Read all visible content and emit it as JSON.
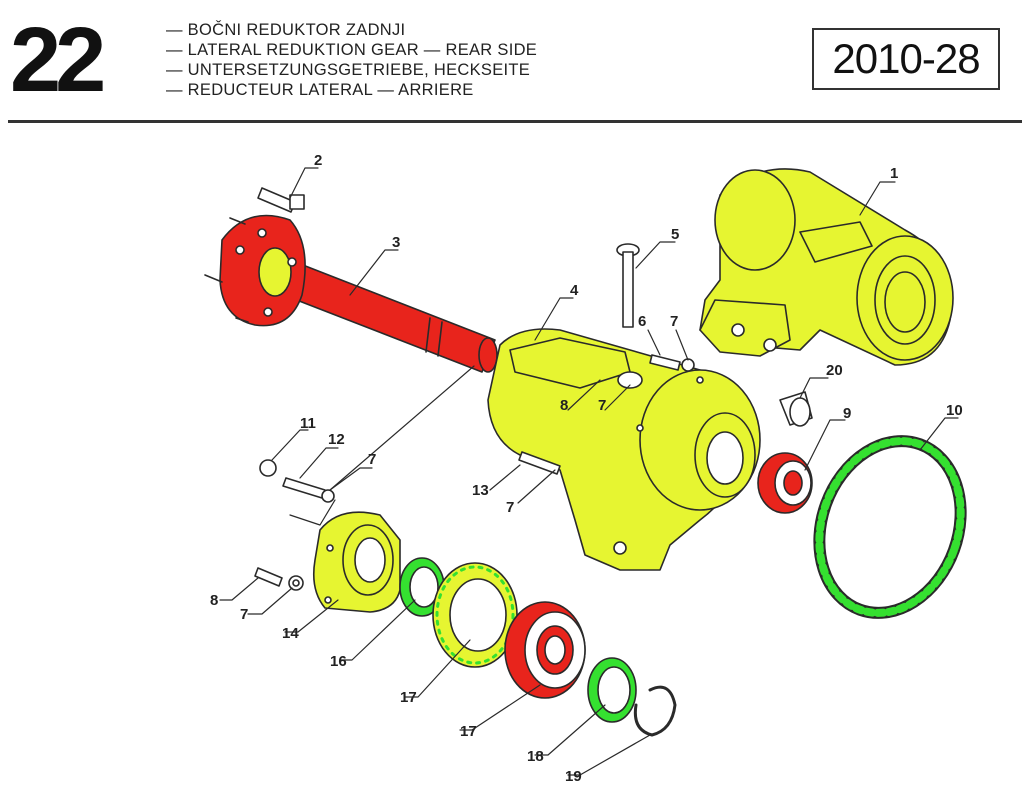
{
  "header": {
    "section_number": "22",
    "titles": [
      "— BOČNI REDUKTOR ZADNJI",
      "— LATERAL REDUKTION GEAR — REAR SIDE",
      "— UNTERSETZUNGSGETRIEBE, HECKSEITE",
      "— REDUCTEUR LATERAL — ARRIERE"
    ],
    "drawing_code": "2010-28"
  },
  "callouts": [
    "1",
    "2",
    "3",
    "4",
    "5",
    "6",
    "7",
    "8",
    "7",
    "20",
    "9",
    "10",
    "11",
    "12",
    "7",
    "13",
    "7",
    "8",
    "7",
    "14",
    "16",
    "17",
    "17",
    "18",
    "19"
  ],
  "colors": {
    "yellow": "#e6f531",
    "red": "#e8241c",
    "green": "#35e030",
    "line": "#2a2a2a"
  }
}
